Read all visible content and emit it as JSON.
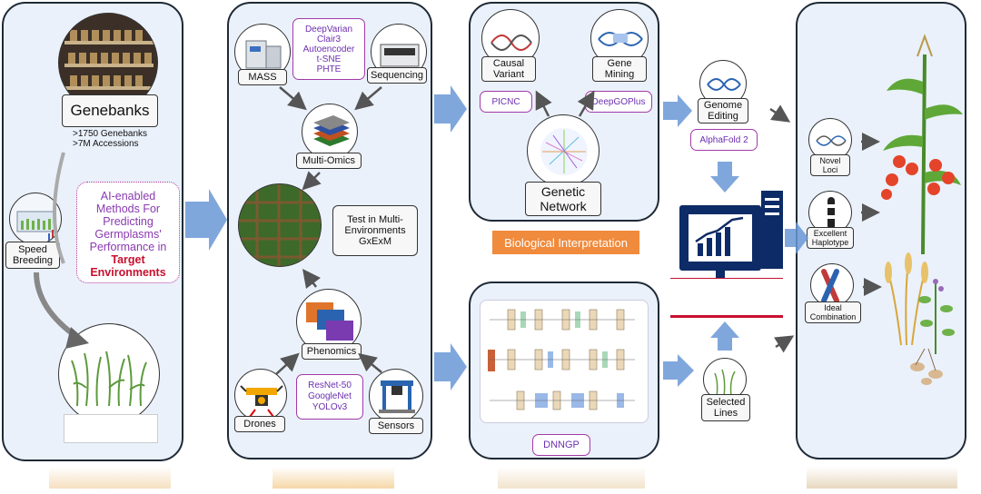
{
  "panel1": {
    "genebanks_title": "Genebanks",
    "genebanks_stats": ">1750 Genebanks\n>7M Accessions",
    "speed_breeding": "Speed\nBreeding",
    "ai_text_plain": "AI-enabled\nMethods For\nPredicting\nGermplasms'\nPerformance in",
    "ai_text_bold": "Target\nEnvironments"
  },
  "panel2": {
    "mass": "MASS",
    "sequencing": "Sequencing",
    "tools": "DeepVarian\nClair3\nAutoencoder\nt-SNE\nPHTE",
    "multi_omics": "Multi-Omics",
    "test_multi_env": "Test in Multi-\nEnvironments\nGxExM",
    "phenomics": "Phenomics",
    "drones": "Drones",
    "sensors": "Sensors",
    "cnn_tools": "ResNet-50\nGoogleNet\nYOLOv3"
  },
  "panel3": {
    "causal_variant": "Causal\nVariant",
    "gene_mining": "Gene\nMining",
    "picnc": "PICNC",
    "deepgoplus": "DeepGOPlus",
    "genetic_network": "Genetic\nNetwork",
    "bio_interp": "Biological Interpretation"
  },
  "panel4": {
    "dnngp": "DNNGP"
  },
  "middle": {
    "genome_editing": "Genome\nEditing",
    "alphafold": "AlphaFold 2",
    "selected_lines": "Selected\nLines"
  },
  "panel5": {
    "novel_loci": "Novel\nLoci",
    "excellent_haplotype": "Excellent\nHaplotype",
    "ideal_combination": "Ideal\nCombination"
  },
  "colors": {
    "panel_bg": "#eaf1fb",
    "purple": "#a23aa8",
    "orange": "#f08a3c",
    "arrow_blue": "#5b8fd0",
    "monitor_navy": "#0d2b66",
    "target_red": "#c8102e"
  }
}
